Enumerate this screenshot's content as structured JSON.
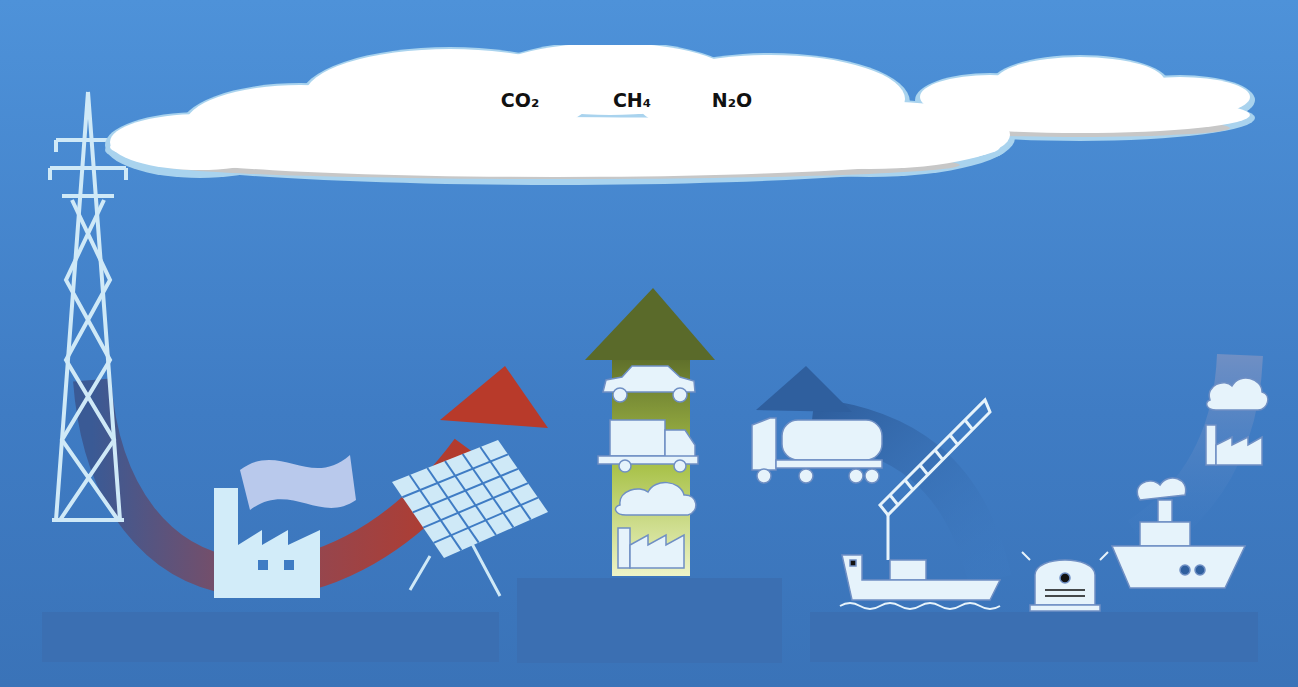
{
  "diagram": {
    "nodes": [
      {
        "text": [
          "CO₂",
          "CH₄",
          "N₂O"
        ]
      }
    ]
  }
}
